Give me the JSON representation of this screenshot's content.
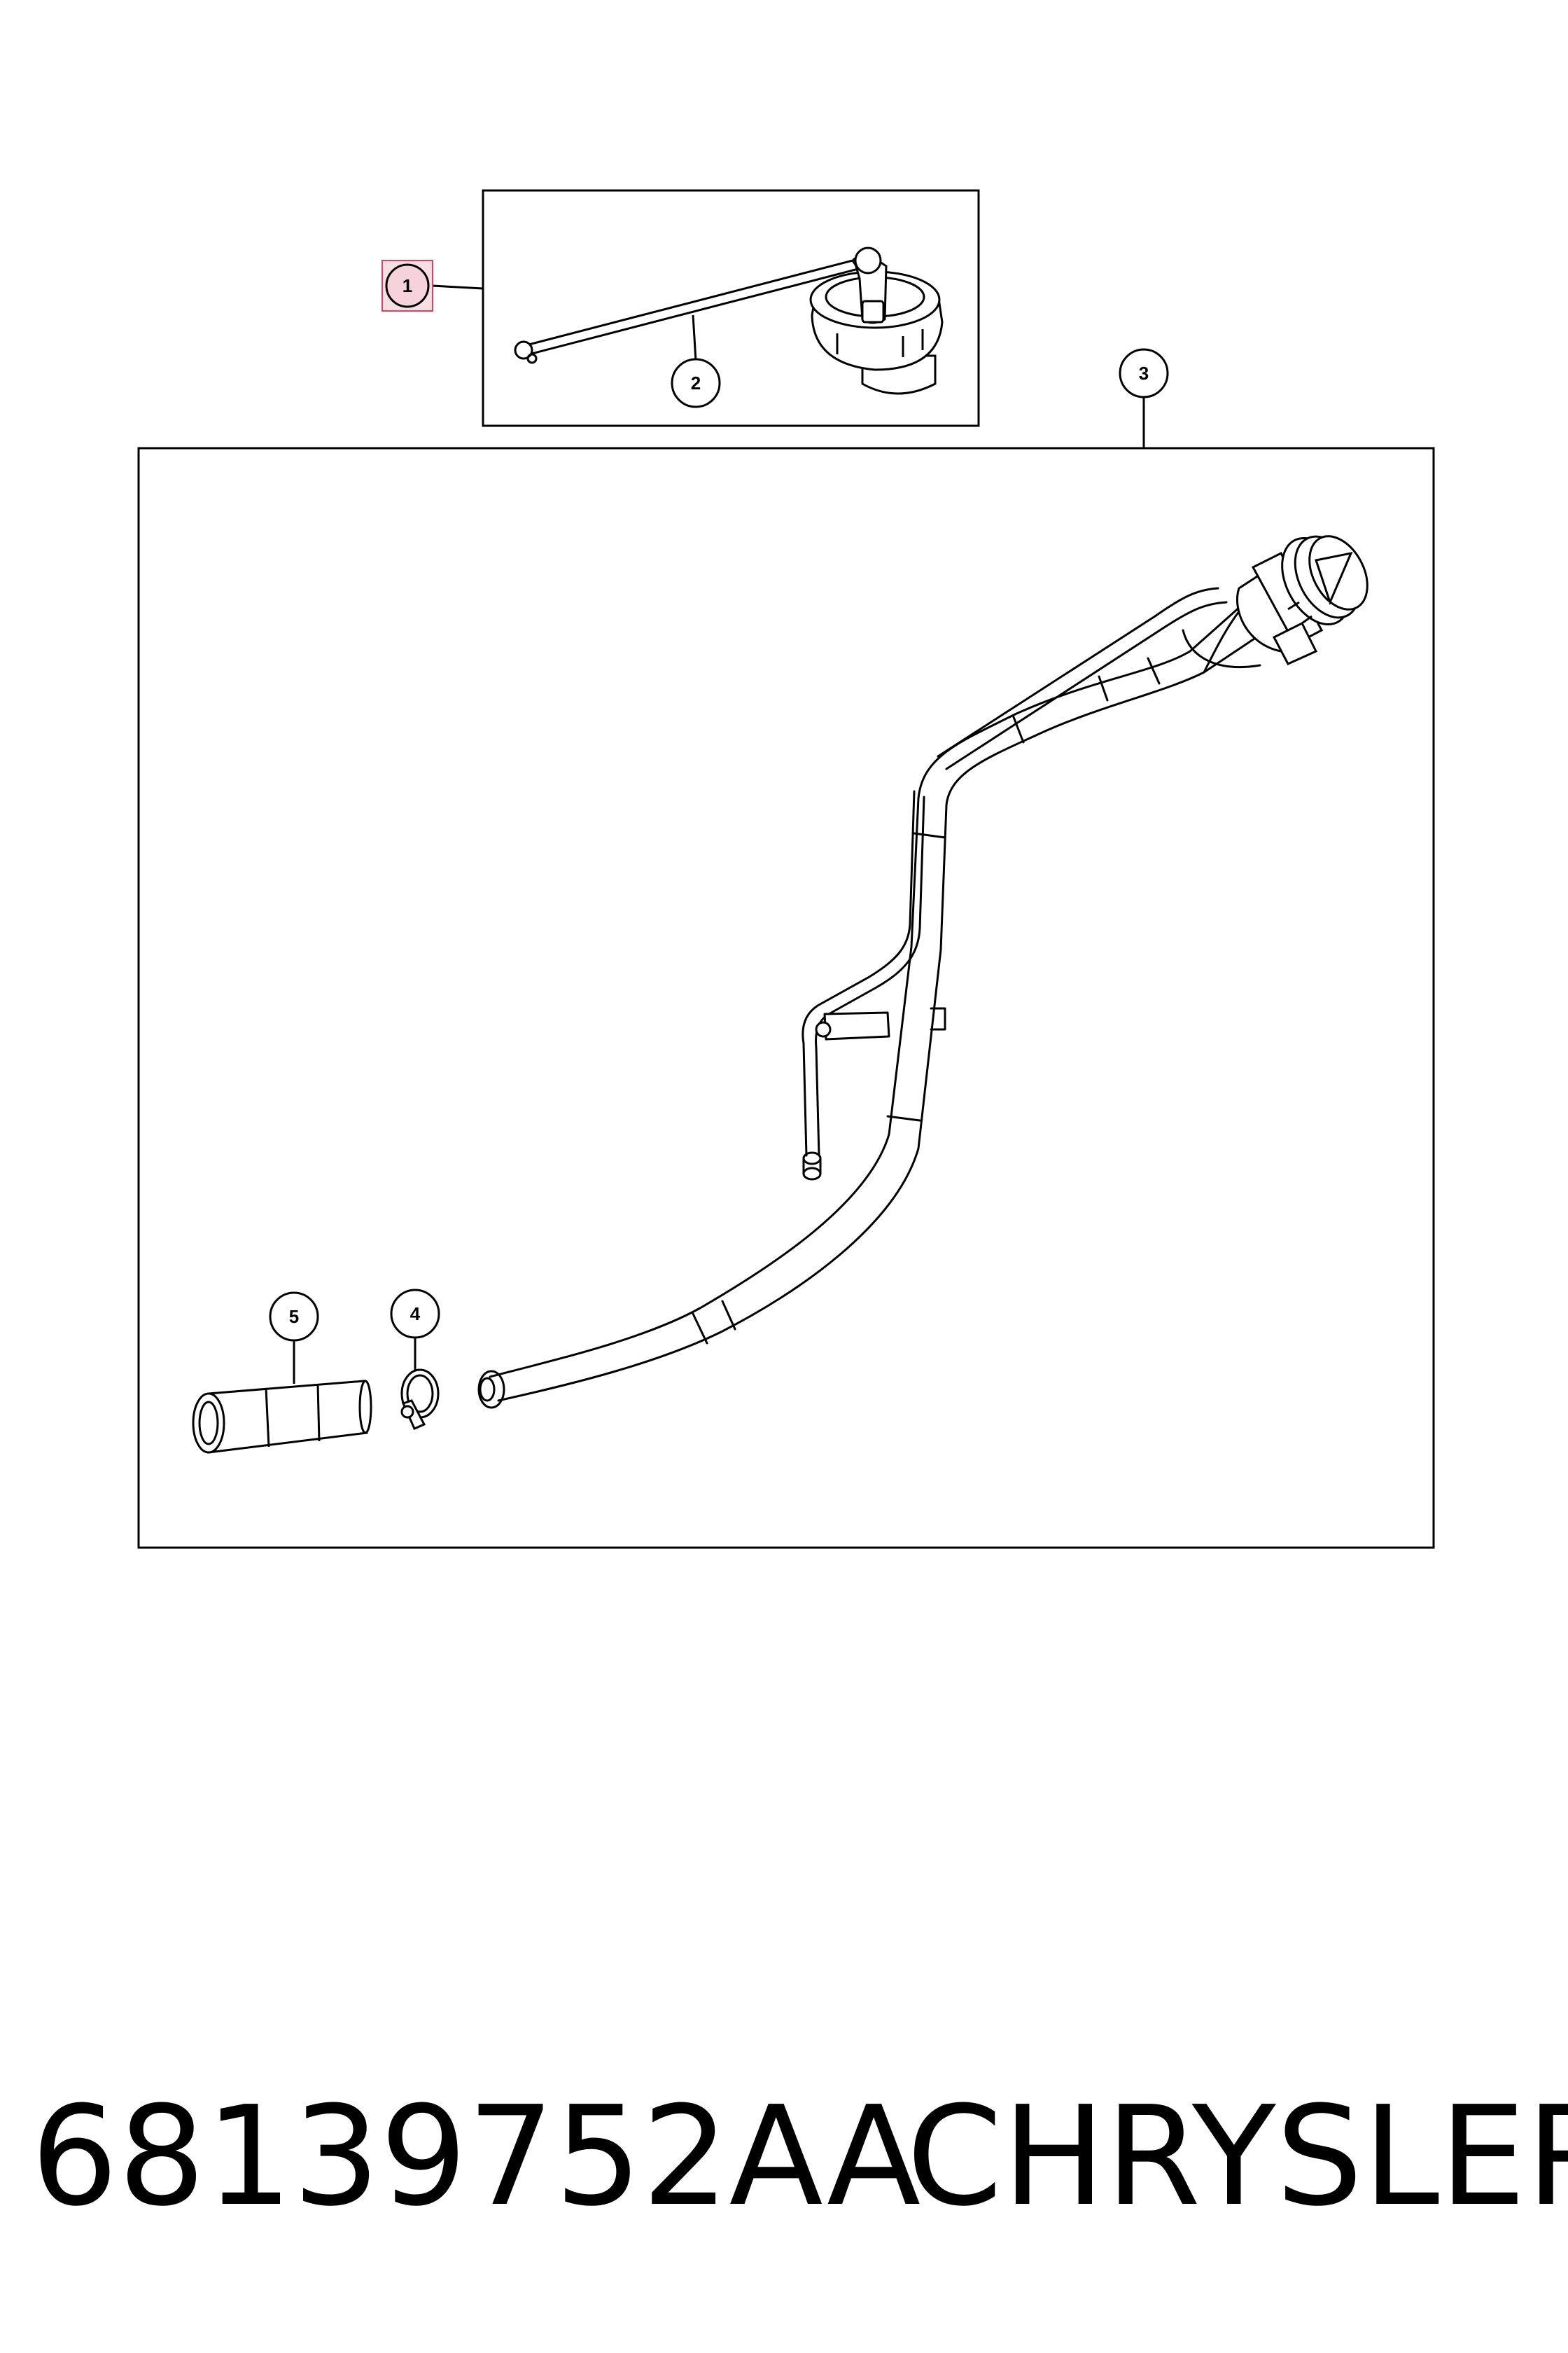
{
  "callouts": [
    {
      "id": "1",
      "label": "1",
      "highlighted": true
    },
    {
      "id": "2",
      "label": "2"
    },
    {
      "id": "3",
      "label": "3"
    },
    {
      "id": "4",
      "label": "4"
    },
    {
      "id": "5",
      "label": "5"
    }
  ],
  "footer": {
    "part_number": "68139752AA",
    "brand": "CHRYSLER"
  },
  "colors": {
    "line": "#000000",
    "highlight_fill": "#f9dfe4",
    "highlight_border": "#e0405a"
  }
}
